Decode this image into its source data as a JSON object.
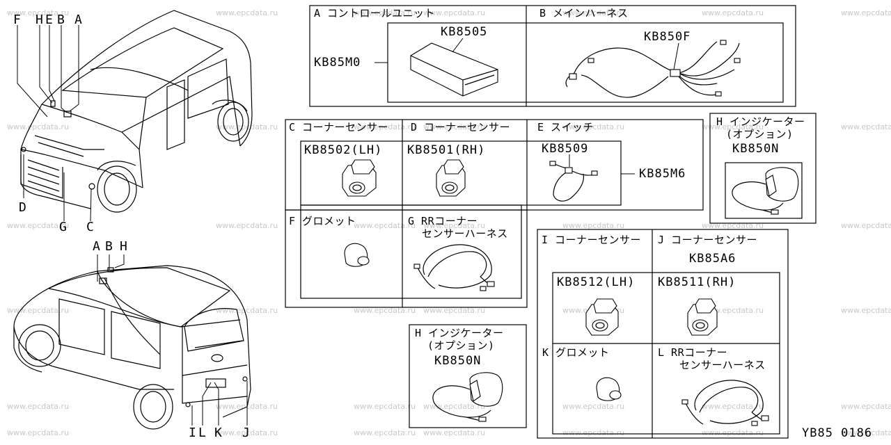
{
  "watermark": "www.epcdata.ru",
  "diagram_id": "YB85 0186",
  "front_car_letters": {
    "F": "F",
    "H": "H",
    "E": "E",
    "B": "B",
    "A": "A",
    "D": "D",
    "G": "G",
    "C": "C"
  },
  "rear_car_letters": {
    "A": "A",
    "B": "B",
    "H": "H",
    "I": "I",
    "L": "L",
    "K": "K",
    "J": "J"
  },
  "panel_top": {
    "A_label": "A コントロールユニット",
    "A_code": "KB8505",
    "A_assy": "KB85M0",
    "B_label": "B メインハーネス",
    "B_code": "KB850F"
  },
  "panel_mid": {
    "C_label": "C コーナーセンサー",
    "C_code": "KB8502(LH)",
    "D_label": "D コーナーセンサー",
    "D_code": "KB8501(RH)",
    "E_label": "E スイッチ",
    "E_code": "KB8509",
    "assy": "KB85M6",
    "F_label": "F グロメット",
    "G_label_1": "G RRコーナー",
    "G_label_2": "センサーハーネス"
  },
  "panel_h_top": {
    "H_label_1": "H インジケーター",
    "H_label_2": "(オプション)",
    "H_code": "KB850N"
  },
  "panel_h_bottom": {
    "H_label_1": "H インジケーター",
    "H_label_2": "(オプション)",
    "H_code": "KB850N"
  },
  "panel_right": {
    "I_label": "I コーナーセンサー",
    "J_label": "J コーナーセンサー",
    "assy": "KB85A6",
    "I_code": "KB8512(LH)",
    "J_code": "KB8511(RH)",
    "K_label": "K グロメット",
    "L_label_1": "L RRコーナー",
    "L_label_2": "センサーハーネス"
  }
}
